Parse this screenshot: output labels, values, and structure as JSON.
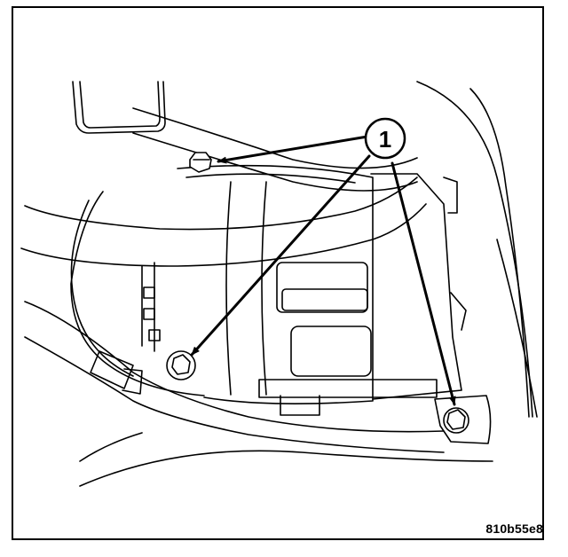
{
  "figure": {
    "callout_number": "1",
    "figure_code": "810b55e8",
    "subject": "alternator-mounting-bolts",
    "callout_targets": [
      "upper-mounting-bolt",
      "lower-left-mounting-bolt",
      "lower-right-mounting-bolt"
    ]
  }
}
